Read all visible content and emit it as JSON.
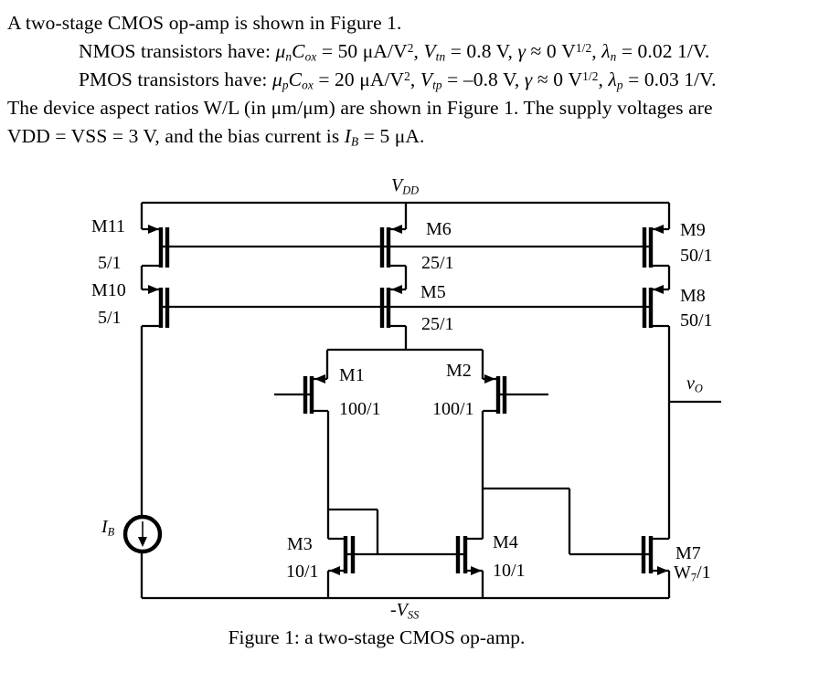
{
  "problem": {
    "lines": [
      {
        "runs": [
          {
            "t": "A two-stage CMOS op-amp is shown in Figure 1."
          }
        ]
      },
      {
        "runs": [
          {
            "t": "NMOS transistors have: "
          },
          {
            "t": "μ",
            "f": "i"
          },
          {
            "t": "n",
            "f": "isub"
          },
          {
            "t": "C",
            "f": "i"
          },
          {
            "t": "ox",
            "f": "isub"
          },
          {
            "t": " = 50 μA/V"
          },
          {
            "t": "2",
            "f": "sup"
          },
          {
            "t": ", "
          },
          {
            "t": "V",
            "f": "i"
          },
          {
            "t": "tn",
            "f": "isub"
          },
          {
            "t": " = 0.8 V, "
          },
          {
            "t": "γ",
            "f": "i"
          },
          {
            "t": " ≈ 0 V"
          },
          {
            "t": "1/2",
            "f": "sup"
          },
          {
            "t": ", "
          },
          {
            "t": "λ",
            "f": "i"
          },
          {
            "t": "n",
            "f": "isub"
          },
          {
            "t": " = 0.02 1/V."
          }
        ]
      },
      {
        "runs": [
          {
            "t": "PMOS transistors have: "
          },
          {
            "t": "μ",
            "f": "i"
          },
          {
            "t": "p",
            "f": "isub"
          },
          {
            "t": "C",
            "f": "i"
          },
          {
            "t": "ox",
            "f": "isub"
          },
          {
            "t": " = 20 μA/V"
          },
          {
            "t": "2",
            "f": "sup"
          },
          {
            "t": ", "
          },
          {
            "t": "V",
            "f": "i"
          },
          {
            "t": "tp",
            "f": "isub"
          },
          {
            "t": " = –0.8 V, "
          },
          {
            "t": "γ",
            "f": "i"
          },
          {
            "t": " ≈ 0 V"
          },
          {
            "t": "1/2",
            "f": "sup"
          },
          {
            "t": ", "
          },
          {
            "t": "λ",
            "f": "i"
          },
          {
            "t": "p",
            "f": "isub"
          },
          {
            "t": " = 0.03 1/V."
          }
        ]
      },
      {
        "runs": [
          {
            "t": "The device aspect ratios W/L (in μm/μm) are shown in Figure 1. The supply voltages are"
          }
        ]
      },
      {
        "runs": [
          {
            "t": "VDD = VSS = 3 V, and the bias current is "
          },
          {
            "t": "I",
            "f": "i"
          },
          {
            "t": "B",
            "f": "isub"
          },
          {
            "t": " = 5 μA."
          }
        ]
      }
    ]
  },
  "figure": {
    "caption": "Figure 1: a two-stage CMOS op-amp.",
    "labels": {
      "vdd": {
        "runs": [
          {
            "t": "V",
            "f": "i"
          },
          {
            "t": "DD",
            "f": "isub"
          }
        ]
      },
      "vss": {
        "runs": [
          {
            "t": "-"
          },
          {
            "t": "V",
            "f": "i"
          },
          {
            "t": "SS",
            "f": "isub"
          }
        ]
      },
      "vo": {
        "runs": [
          {
            "t": "v",
            "f": "i"
          },
          {
            "t": "O",
            "f": "isub"
          }
        ]
      },
      "ib": {
        "runs": [
          {
            "t": "I",
            "f": "i"
          },
          {
            "t": "B",
            "f": "isub"
          }
        ]
      }
    },
    "transistors": {
      "m11": {
        "name": "M11",
        "ratio": "5/1"
      },
      "m10": {
        "name": "M10",
        "ratio": "5/1"
      },
      "m6": {
        "name": "M6",
        "ratio": "25/1"
      },
      "m5": {
        "name": "M5",
        "ratio": "25/1"
      },
      "m9": {
        "name": "M9",
        "ratio": "50/1"
      },
      "m8": {
        "name": "M8",
        "ratio": "50/1"
      },
      "m1": {
        "name": "M1",
        "ratio": "100/1"
      },
      "m2": {
        "name": "M2",
        "ratio": "100/1"
      },
      "m3": {
        "name": "M3",
        "ratio": "10/1"
      },
      "m4": {
        "name": "M4",
        "ratio": "10/1"
      },
      "m7": {
        "name": "M7",
        "ratio_runs": [
          {
            "t": "W"
          },
          {
            "t": "7",
            "f": "sub"
          },
          {
            "t": "/1"
          }
        ]
      }
    }
  }
}
